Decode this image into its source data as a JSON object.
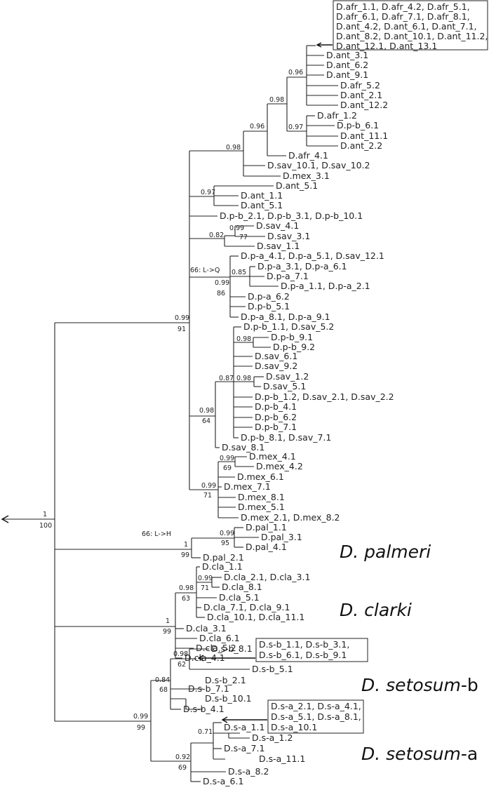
{
  "tips": {
    "root_group": "D.ant_3.1",
    "t1": "D.ant_3.1",
    "t2": "D.ant_6.2",
    "t3": "D.ant_9.1",
    "t4": "D.afr_5.2",
    "t5": "D.ant_2.1",
    "t6": "D.ant_12.2",
    "t7": "D.afr_1.2",
    "t8": "D.p-b_6.1",
    "t9": "D.ant_11.1",
    "t10": "D.ant_2.2",
    "t11": "D.afr_4.1",
    "t12": "D.sav_10.1, D.sav_10.2",
    "t13": "D.mex_3.1",
    "t14": "D.ant_5.1",
    "t15": "D.ant_1.1",
    "t16": "D.ant_5.1",
    "t17": "D.p-b_2.1, D.p-b_3.1, D.p-b_10.1",
    "t18": "D.sav_4.1",
    "t19": "D.sav_3.1",
    "t20": "D.sav_1.1",
    "t21": "D.p-a_4.1, D.p-a_5.1, D.sav_12.1",
    "t22": "D.p-a_3.1, D.p-a_6.1",
    "t23": "D.p-a_7.1",
    "t24": "D.p-a_1.1, D.p-a_2.1",
    "t25": "D.p-a_6.2",
    "t26": "D.p-b_5.1",
    "t27": "D.p-a_8.1, D.p-a_9.1",
    "t28": "D.p-b_1.1, D.sav_5.2",
    "t29": "D.p-b_9.1",
    "t30": "D.p-b_9.2",
    "t31": "D.sav_6.1",
    "t32": "D.sav_9.2",
    "t33": "D.sav_1.2",
    "t34": "D.sav_5.1",
    "t35": "D.p-b_1.2, D.sav_2.1, D.sav_2.2",
    "t36": "D.p-b_4.1",
    "t37": "D.p-b_6.2",
    "t38": "D.p-b_7.1",
    "t39": "D.p-b_8.1, D.sav_7.1",
    "t40": "D.sav_8.1",
    "t41": "D.mex_4.1",
    "t42": "D.mex_4.2",
    "t43": "D.mex_6.1",
    "t44": "D.mex_7.1",
    "t45": "D.mex_8.1",
    "t46": "D.mex_5.1",
    "t47": "D.mex_2.1, D.mex_8.2",
    "t48": "D.pal_1.1",
    "t49": "D.pal_3.1",
    "t50": "D.pal_4.1",
    "t51": "D.pal_2.1",
    "t52": "D.cla_1.1",
    "t53": "D.cla_2.1, D.cla_3.1",
    "t54": "D.cla_8.1",
    "t55": "D.cla_5.1",
    "t56": "D.cla_7.1, D.cla_9.1",
    "t57": "D.cla_10.1, D.cla_11.1",
    "t58": "D.cla_3.1",
    "t59": "D.cla_6.1",
    "t60": "D.cla_5.2",
    "t61": "D.cla_4.1",
    "t62": "D.s-b_8.1",
    "t63": "D.s-b_5.1",
    "t64": "D.s-b_2.1",
    "t65": "D.s-b_7.1",
    "t66": "D.s-b_10.1",
    "t67": "D.s-b_4.1",
    "t68": "D.s-a_1.1",
    "t69": "D.s-a_1.2",
    "t70": "D.s-a_7.1",
    "t71": "D.s-a_11.1",
    "t72": "D.s-a_8.2",
    "t73": "D.s-a_6.1"
  },
  "supports": {
    "s096a": "0.96",
    "s098a": "0.98",
    "s096b": "0.96",
    "s097a": "0.97",
    "s098b": "0.98",
    "s097b": "0.97",
    "s099a": "0.99",
    "s77": "77",
    "s082": "0.82",
    "s085": "0.85",
    "s099b": "0.99",
    "s86": "86",
    "mut1": "66: L->Q",
    "s098c": "0.98",
    "s087": "0.87",
    "s098d": "0.98",
    "s098e": "0.98",
    "s64": "64",
    "s099c": "0.99",
    "s69a": "69",
    "s099d": "0.99",
    "s71a": "71",
    "s099e": "0.99",
    "s91": "91",
    "s1a": "1",
    "s100": "100",
    "mut2": "66: L->H",
    "s099f": "0.99",
    "s95": "95",
    "s1b": "1",
    "s99a": "99",
    "s099g": "0.99",
    "s71b": "71",
    "s098f": "0.98",
    "s63": "63",
    "s1c": "1",
    "s99b": "99",
    "s098g": "0.98",
    "s62": "62",
    "s084": "0.84",
    "s68": "68",
    "s071": "0.71",
    "s092": "0.92",
    "s69b": "69",
    "s099h": "0.99",
    "s99c": "99"
  },
  "boxes": {
    "top": [
      "D.afr_1.1, D.afr_4.2, D.afr_5.1,",
      "D.afr_6.1, D.afr_7.1, D.afr_8.1,",
      "D.ant_4.2, D.ant_6.1, D.ant_7.1,",
      "D.ant_8.2, D.ant_10.1, D.ant_11.2,",
      "D.ant_12.1,  D.ant_13.1"
    ],
    "sb": [
      "D.s-b_1.1, D.s-b_3.1,",
      "D.s-b_6.1, D.s-b_9.1"
    ],
    "sa": [
      "D.s-a_2.1, D.s-a_4.1,",
      "D.s-a_5.1, D.s-a_8.1,",
      "D.s-a_10.1"
    ]
  },
  "clades": {
    "palmeri": {
      "a": "D. ",
      "b": "palmeri",
      "c": ""
    },
    "clarki": {
      "a": "D. ",
      "b": "clarki",
      "c": ""
    },
    "setb": {
      "a": "D. ",
      "b": "setosum",
      "c": "-b"
    },
    "seta": {
      "a": "D. ",
      "b": "setosum",
      "c": "-a"
    }
  }
}
